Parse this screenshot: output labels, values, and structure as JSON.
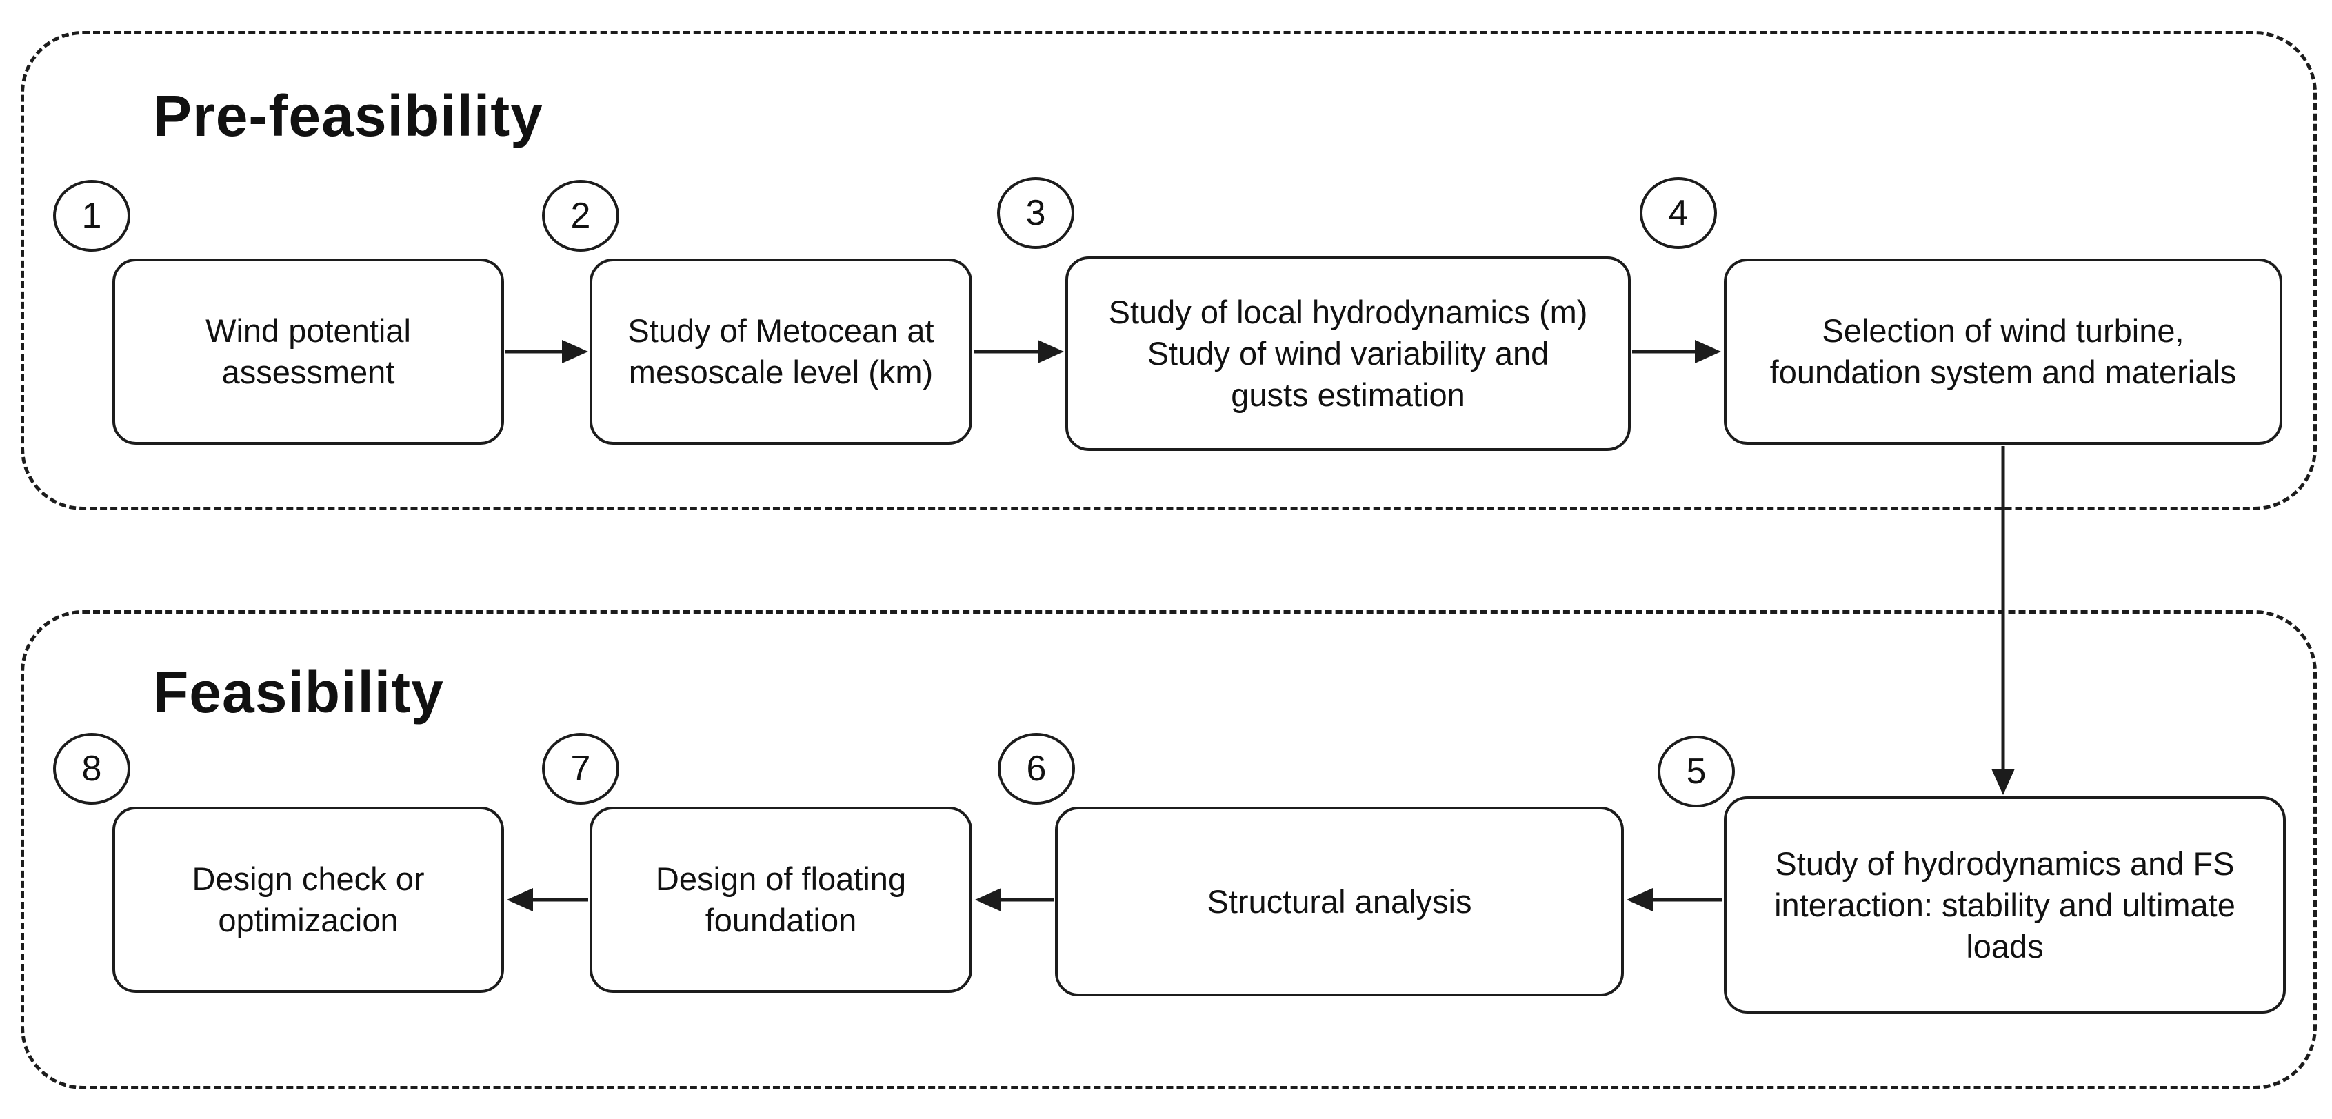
{
  "diagram": {
    "colors": {
      "line": "#1c1c1c",
      "text": "#111111",
      "background": "#ffffff"
    },
    "phases": [
      {
        "title": "Pre-feasibility"
      },
      {
        "title": "Feasibility"
      }
    ],
    "steps": [
      {
        "number": "1",
        "label": "Wind potential\nassessment"
      },
      {
        "number": "2",
        "label": "Study of Metocean at\nmesoscale level (km)"
      },
      {
        "number": "3",
        "label": "Study of local hydrodynamics (m)\nStudy of wind variability and\ngusts estimation"
      },
      {
        "number": "4",
        "label": "Selection of wind turbine,\nfoundation system and materials"
      },
      {
        "number": "5",
        "label": "Study of hydrodynamics and FS\ninteraction: stability and ultimate\nloads"
      },
      {
        "number": "6",
        "label": "Structural analysis"
      },
      {
        "number": "7",
        "label": "Design of floating\nfoundation"
      },
      {
        "number": "8",
        "label": "Design check or\noptimizacion"
      }
    ]
  }
}
